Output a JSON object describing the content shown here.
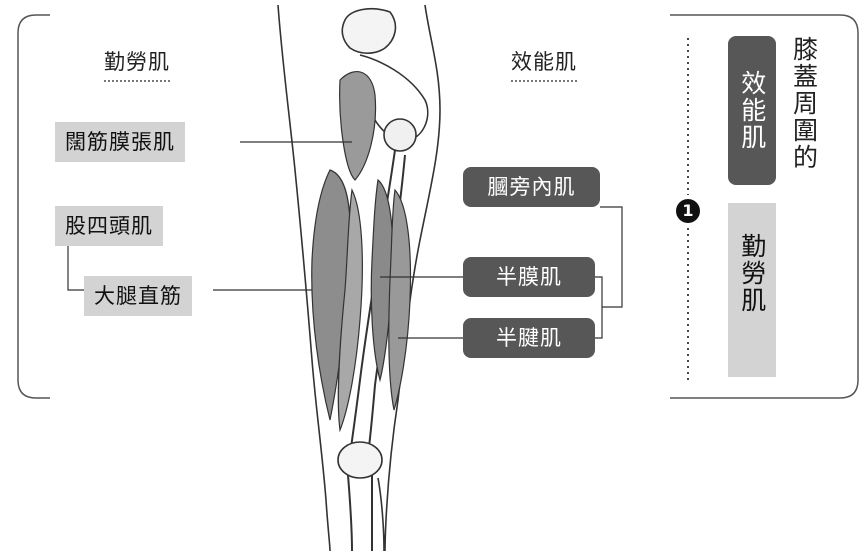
{
  "left_panel": {
    "heading_left": "勤勞肌",
    "heading_right": "效能肌",
    "labels": {
      "tensor_fasciae": "闊筋膜張肌",
      "quadriceps": "股四頭肌",
      "rectus_femoris": "大腿直筋",
      "popliteus_medial": "膕旁內肌",
      "semimembranosus": "半膜肌",
      "semitendinosus": "半腱肌"
    }
  },
  "right_panel": {
    "title": "膝蓋周圍的",
    "badge": "1",
    "tab_efficient": "效能肌",
    "tab_hardworking": "勤勞肌"
  },
  "colors": {
    "dark_label": "#575757",
    "light_label": "#d3d3d3",
    "frame": "#555555"
  }
}
